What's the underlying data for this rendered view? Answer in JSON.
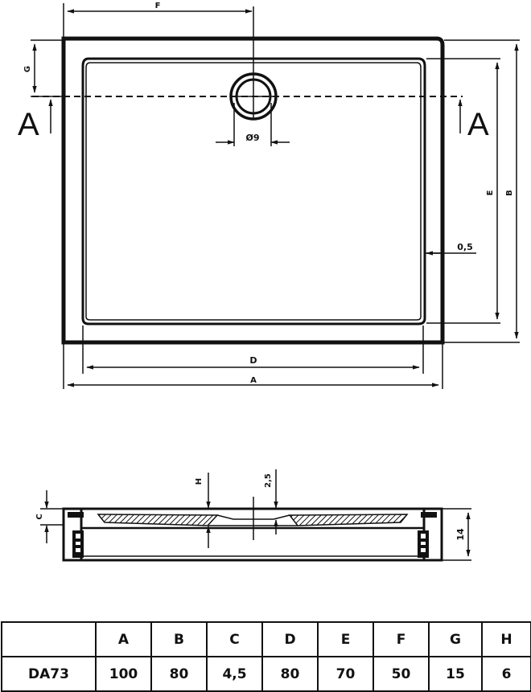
{
  "plan_view": {
    "section_marker_left": "A",
    "section_marker_right": "A",
    "dim_labels": {
      "F": "F",
      "G": "G",
      "E": "E",
      "B": "B",
      "D": "D",
      "A": "A",
      "drain_diameter": "Ø9",
      "rim_gap": "0,5"
    }
  },
  "section_view": {
    "dim_labels": {
      "C": "C",
      "H": "H",
      "slope": "2,5",
      "height": "14"
    }
  },
  "dimension_table": {
    "headers": [
      "",
      "A",
      "B",
      "C",
      "D",
      "E",
      "F",
      "G",
      "H"
    ],
    "rows": [
      {
        "model": "DA73",
        "values": [
          "100",
          "80",
          "4,5",
          "80",
          "70",
          "50",
          "15",
          "6"
        ]
      }
    ]
  }
}
